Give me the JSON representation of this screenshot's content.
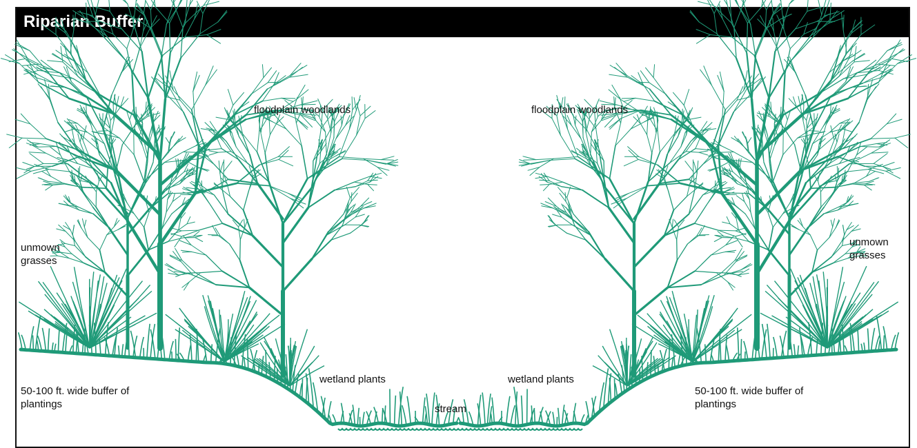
{
  "title": "Riparian Buffer",
  "colors": {
    "vegetation": "#1f9a78",
    "title_bar": "#000000",
    "title_text": "#ffffff"
  },
  "labels": {
    "floodplain_left": "floodplain woodlands",
    "floodplain_right": "floodplain woodlands",
    "unmown_left": [
      "unmown",
      "grasses"
    ],
    "unmown_right": [
      "unmown",
      "grasses"
    ],
    "buffer_left": [
      "50-100 ft. wide buffer of",
      "plantings"
    ],
    "buffer_right": [
      "50-100 ft. wide buffer of",
      "plantings"
    ],
    "wetland_left": "wetland plants",
    "wetland_right": "wetland plants",
    "stream": "stream"
  }
}
